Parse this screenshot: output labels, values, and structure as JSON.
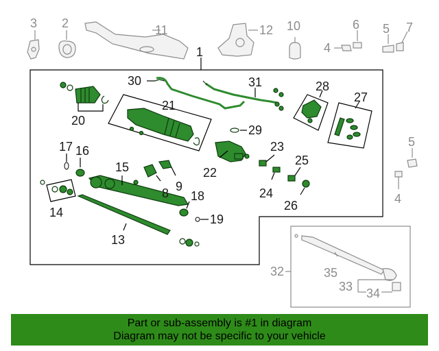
{
  "callouts": {
    "c1": "1",
    "c2": "2",
    "c3": "3",
    "c4a": "4",
    "c4b": "4",
    "c5a": "5",
    "c5b": "5",
    "c6": "6",
    "c7": "7",
    "c8": "8",
    "c9": "9",
    "c10": "10",
    "c11": "11",
    "c12": "12",
    "c13": "13",
    "c14": "14",
    "c15": "15",
    "c16": "16",
    "c17": "17",
    "c18": "18",
    "c19": "19",
    "c20": "20",
    "c21": "21",
    "c22": "22",
    "c23": "23",
    "c24": "24",
    "c25": "25",
    "c26": "26",
    "c27": "27",
    "c28": "28",
    "c29": "29",
    "c30": "30",
    "c31": "31",
    "c32": "32",
    "c33": "33",
    "c34": "34",
    "c35": "35"
  },
  "colors": {
    "highlight": "#2e8b2e",
    "other_parts": "#8c8c8c",
    "footer_bg": "#2e8b19"
  },
  "footer": {
    "line1": "Part or sub-assembly is #1 in diagram",
    "line2": "Diagram may not be specific to your vehicle"
  }
}
